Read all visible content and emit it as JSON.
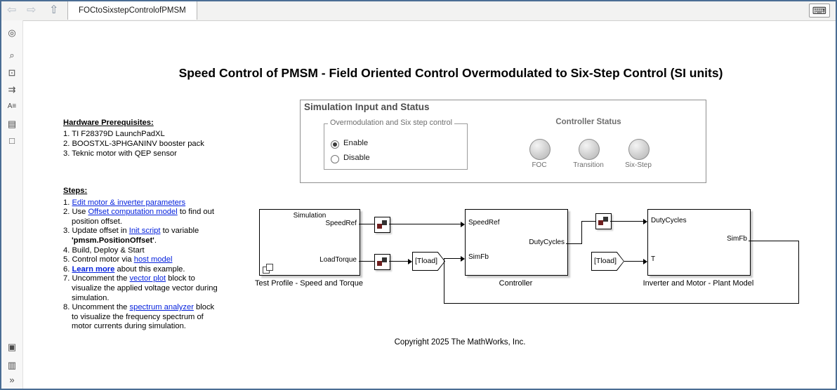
{
  "window": {
    "tab_title": "FOCtoSixstepControlofPMSM"
  },
  "icons": {
    "back": "⇦",
    "forward": "⇨",
    "up": "⇧",
    "keyboard": "⌨",
    "sidebar": [
      "◎",
      "⌕",
      "⊡",
      "⇉",
      "A≡",
      "▤",
      "□"
    ],
    "sidebar_bottom": [
      "▣",
      "▥",
      "»"
    ]
  },
  "canvas": {
    "title": "Speed Control of PMSM - Field Oriented Control Overmodulated to Six-Step Control (SI units)",
    "hardware": {
      "heading": "Hardware Prerequisites:",
      "items": [
        "1. TI F28379D LaunchPadXL",
        "2. BOOSTXL-3PHGANINV booster pack",
        "3. Teknic motor with QEP sensor"
      ]
    },
    "steps": {
      "heading": "Steps:",
      "s1": {
        "pre": "1. ",
        "link": "Edit motor & inverter parameters"
      },
      "s2": {
        "pre": "2. Use ",
        "link": "Offset computation model",
        "post": " to find out position offset."
      },
      "s3": {
        "pre": "3. Update offset in ",
        "link": "Init script",
        "mid": " to variable ",
        "bold": "'pmsm.PositionOffset'",
        "post": "."
      },
      "s4": {
        "text": "4. Build, Deploy & Start"
      },
      "s5": {
        "pre": "5. Control motor via ",
        "link": "host model"
      },
      "s6": {
        "pre": "6. ",
        "link": "Learn more",
        "post": " about this example."
      },
      "s7": {
        "pre": "7. Uncomment the ",
        "link": "vector plot",
        "post": " block to visualize the applied voltage vector during simulation."
      },
      "s8": {
        "pre": "8. Uncomment the ",
        "link": "spectrum analyzer",
        "post": " block to visualize the frequency spectrum of motor currents during simulation."
      }
    },
    "panel": {
      "title": "Simulation Input and Status",
      "group": {
        "label": "Overmodulation and Six step control",
        "enable": "Enable",
        "disable": "Disable",
        "selected": "Enable"
      },
      "status": {
        "heading": "Controller Status",
        "lamps": [
          "FOC",
          "Transition",
          "Six-Step"
        ]
      }
    },
    "diagram": {
      "test_profile": {
        "top_label": "Simulation",
        "out1": "SpeedRef",
        "out2": "LoadTorque",
        "caption": "Test Profile - Speed and Torque"
      },
      "goto_tag": "[Tload]",
      "from_tag": "[Tload]",
      "controller": {
        "in1": "SpeedRef",
        "in2": "SimFb",
        "out1": "DutyCycles",
        "caption": "Controller"
      },
      "plant": {
        "in1": "DutyCycles",
        "in2": "T",
        "out1": "SimFb",
        "caption": "Inverter and Motor - Plant Model"
      }
    },
    "copyright": "Copyright 2025 The MathWorks, Inc."
  }
}
